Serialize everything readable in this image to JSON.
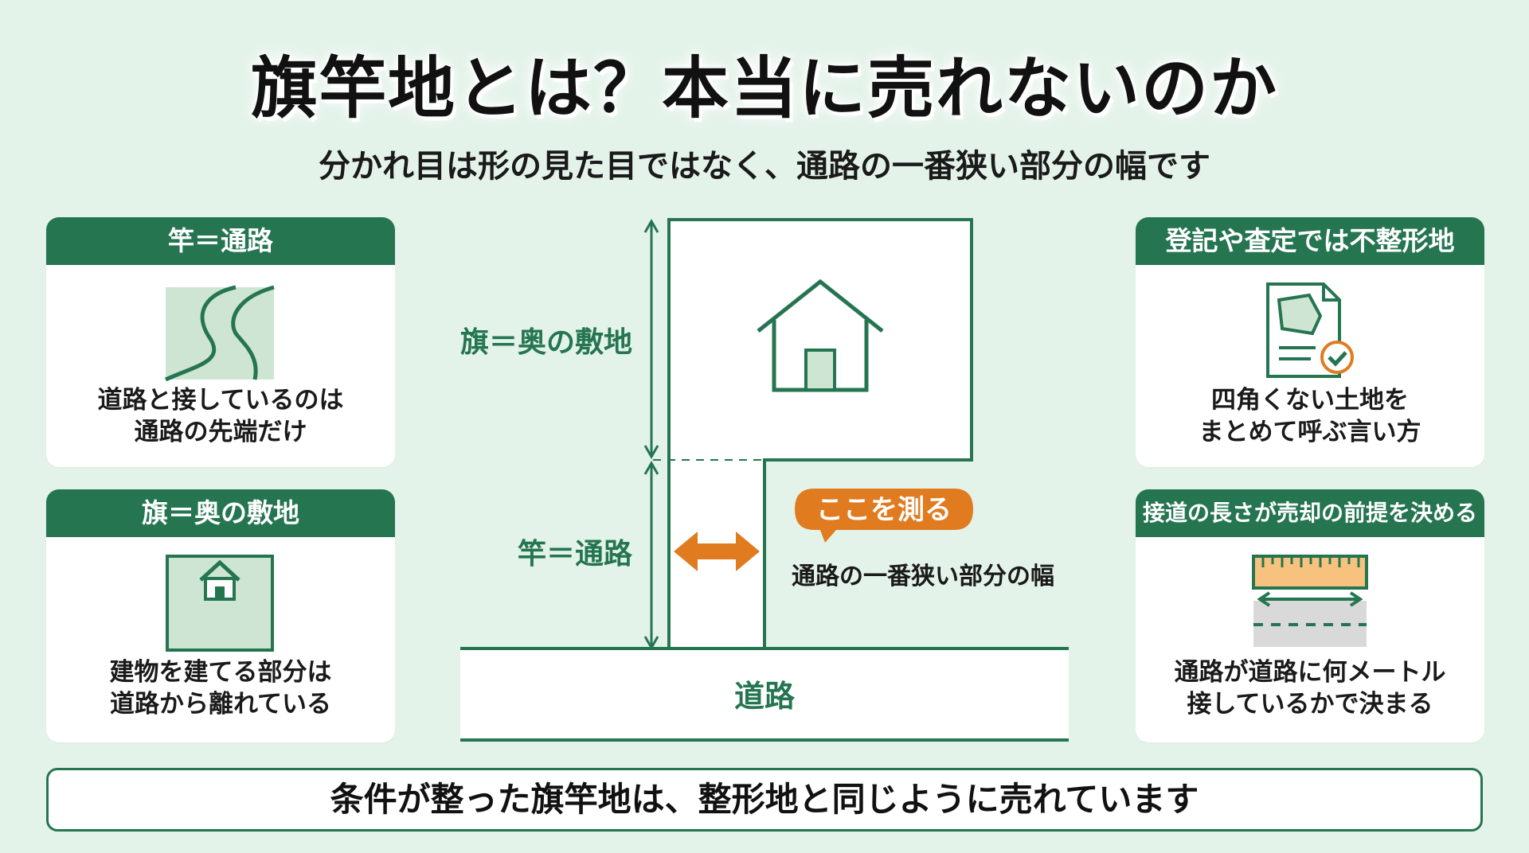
{
  "header": {
    "title": "旗竿地とは？本当に売れないのか",
    "subtitle": "分かれ目は形の見た目ではなく、通路の一番狭い部分の幅です"
  },
  "cards": {
    "pole": {
      "head": "竿＝通路",
      "line1": "道路と接しているのは",
      "line2": "通路の先端だけ",
      "icon": "winding-path-icon"
    },
    "flag": {
      "head": "旗＝奥の敷地",
      "line1": "建物を建てる部分は",
      "line2": "道路から離れている",
      "icon": "house-lot-icon"
    },
    "irregular": {
      "head": "登記や査定では不整形地",
      "line1": "四角くない土地を",
      "line2": "まとめて呼ぶ言い方",
      "icon": "document-check-icon"
    },
    "frontage": {
      "head": "接道の長さが売却の前提を決める",
      "line1": "通路が道路に何メートル",
      "line2": "接しているかで決まる",
      "icon": "ruler-road-icon"
    }
  },
  "diagram": {
    "flag_label": "旗＝奥の敷地",
    "pole_label": "竿＝通路",
    "road_label": "道路",
    "measure_badge": "ここを測る",
    "measure_caption": "通路の一番狭い部分の幅"
  },
  "footer": {
    "text": "条件が整った旗竿地は、整形地と同じように売れています"
  },
  "colors": {
    "background": "#e4f3ea",
    "accent_green": "#257551",
    "highlight_orange": "#e07b1f",
    "white": "#ffffff"
  }
}
